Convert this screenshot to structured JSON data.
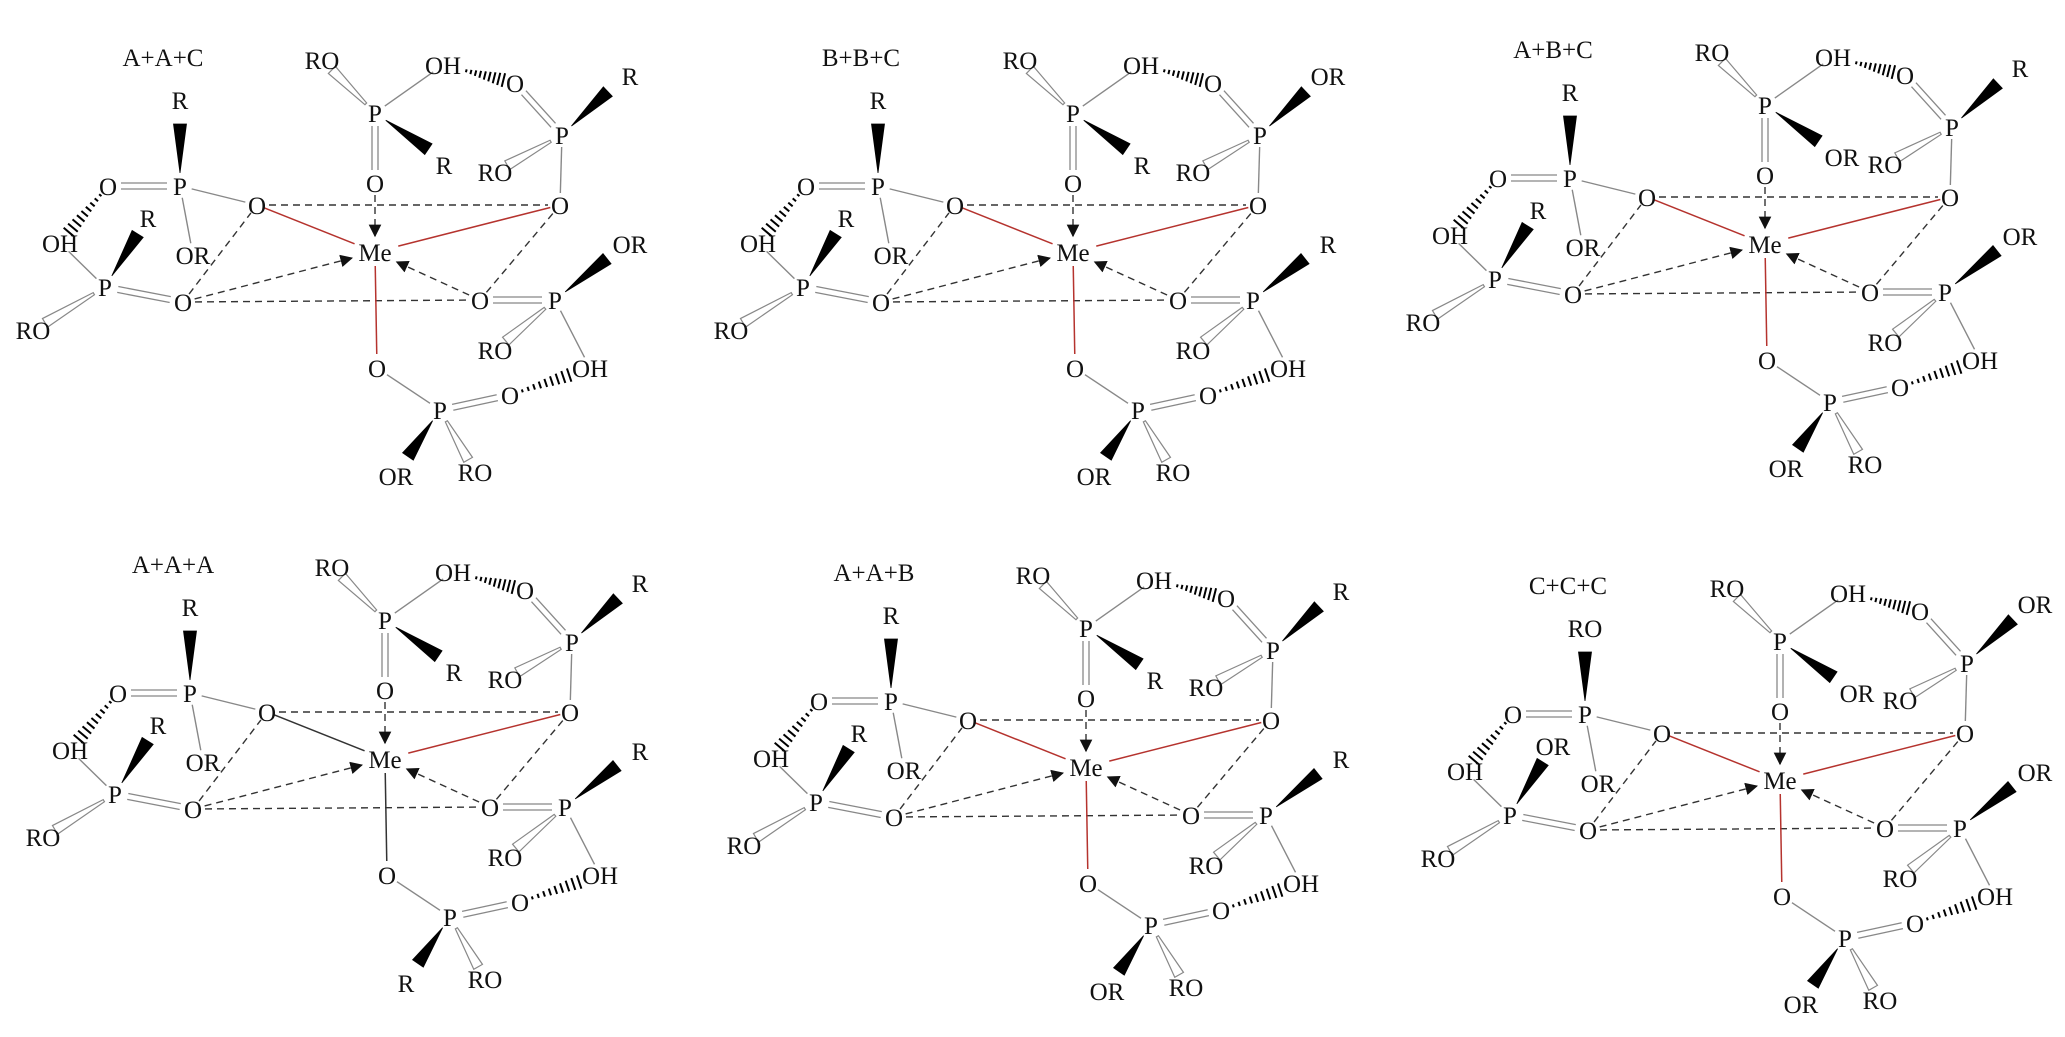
{
  "figure": {
    "description": "Six coordination structures of a metal center (Me) with phosphorus-containing ligands",
    "center_atom": "Me",
    "colors": {
      "coordination_bond": "#b5332e",
      "neutral_bond": "#333333",
      "bond": "#888888",
      "text": "#111111"
    },
    "panels": [
      {
        "title": "A+A+C",
        "substituents": {
          "ul_top": "R",
          "ll_wedge": "R",
          "top_wedge": "R",
          "ur_wedge": "R",
          "lr_wedge": "OR",
          "bot_wedge": "OR"
        },
        "red_bonds": {
          "left": true,
          "right": true,
          "bottom": true
        }
      },
      {
        "title": "B+B+C",
        "substituents": {
          "ul_top": "R",
          "ll_wedge": "R",
          "top_wedge": "R",
          "ur_wedge": "OR",
          "lr_wedge": "R",
          "bot_wedge": "OR"
        },
        "red_bonds": {
          "left": true,
          "right": true,
          "bottom": true
        }
      },
      {
        "title": "A+B+C",
        "substituents": {
          "ul_top": "R",
          "ll_wedge": "R",
          "top_wedge": "OR",
          "ur_wedge": "R",
          "lr_wedge": "OR",
          "bot_wedge": "OR"
        },
        "red_bonds": {
          "left": true,
          "right": true,
          "bottom": true
        }
      },
      {
        "title": "A+A+A",
        "substituents": {
          "ul_top": "R",
          "ll_wedge": "R",
          "top_wedge": "R",
          "ur_wedge": "R",
          "lr_wedge": "R",
          "bot_wedge": "R"
        },
        "red_bonds": {
          "left": false,
          "right": true,
          "bottom": false
        }
      },
      {
        "title": "A+A+B",
        "substituents": {
          "ul_top": "R",
          "ll_wedge": "R",
          "top_wedge": "R",
          "ur_wedge": "R",
          "lr_wedge": "R",
          "bot_wedge": "OR"
        },
        "red_bonds": {
          "left": true,
          "right": true,
          "bottom": true
        }
      },
      {
        "title": "C+C+C",
        "substituents": {
          "ul_top": "RO",
          "ll_wedge": "OR",
          "top_wedge": "OR",
          "ur_wedge": "OR",
          "lr_wedge": "OR",
          "bot_wedge": "OR"
        },
        "red_bonds": {
          "left": true,
          "right": true,
          "bottom": true
        }
      }
    ],
    "fixed_labels": {
      "phosphorus": "P",
      "oxygen": "O",
      "hydroxyl": "OH",
      "ester_ro": "RO",
      "ester_or": "OR"
    }
  }
}
